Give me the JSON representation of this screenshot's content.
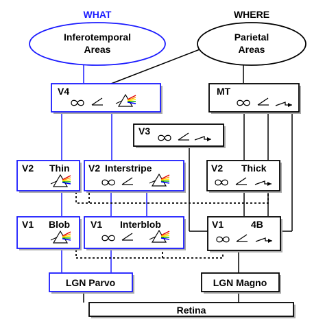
{
  "headers": {
    "what": "WHAT",
    "where": "WHERE"
  },
  "colors": {
    "what_pathway": "#1a1aff",
    "where_pathway": "#000000",
    "box_shadow": "#aaaaaa"
  },
  "areas": {
    "inferotemporal": {
      "line1": "Inferotemporal",
      "line2": "Areas"
    },
    "parietal": {
      "line1": "Parietal",
      "line2": "Areas"
    }
  },
  "boxes": {
    "v4": {
      "name": "V4",
      "sub": "",
      "icons": [
        "blob-infinity-icon",
        "angle-icon",
        "prism-spectrum-icon"
      ]
    },
    "mt": {
      "name": "MT",
      "sub": "",
      "icons": [
        "blob-infinity-icon",
        "angle-icon",
        "motion-arrow-icon"
      ]
    },
    "v3": {
      "name": "V3",
      "sub": "",
      "icons": [
        "blob-infinity-icon",
        "angle-icon",
        "motion-arrow-icon"
      ]
    },
    "v2_thin": {
      "name": "V2",
      "sub": "Thin",
      "icons": [
        "prism-spectrum-icon"
      ]
    },
    "v2_interstripe": {
      "name": "V2",
      "sub": "Interstripe",
      "icons": [
        "blob-infinity-icon",
        "angle-icon",
        "prism-spectrum-icon"
      ]
    },
    "v2_thick": {
      "name": "V2",
      "sub": "Thick",
      "icons": [
        "blob-infinity-icon",
        "angle-icon",
        "motion-arrow-icon"
      ]
    },
    "v1_blob": {
      "name": "V1",
      "sub": "Blob",
      "icons": [
        "prism-spectrum-icon"
      ]
    },
    "v1_interblob": {
      "name": "V1",
      "sub": "Interblob",
      "icons": [
        "blob-infinity-icon",
        "angle-icon",
        "prism-spectrum-icon"
      ]
    },
    "v1_4b": {
      "name": "V1",
      "sub": "4B",
      "icons": [
        "blob-infinity-icon",
        "angle-icon",
        "motion-arrow-icon"
      ]
    },
    "lgn_parvo": {
      "label": "LGN Parvo"
    },
    "lgn_magno": {
      "label": "LGN Magno"
    },
    "retina": {
      "label": "Retina"
    }
  }
}
